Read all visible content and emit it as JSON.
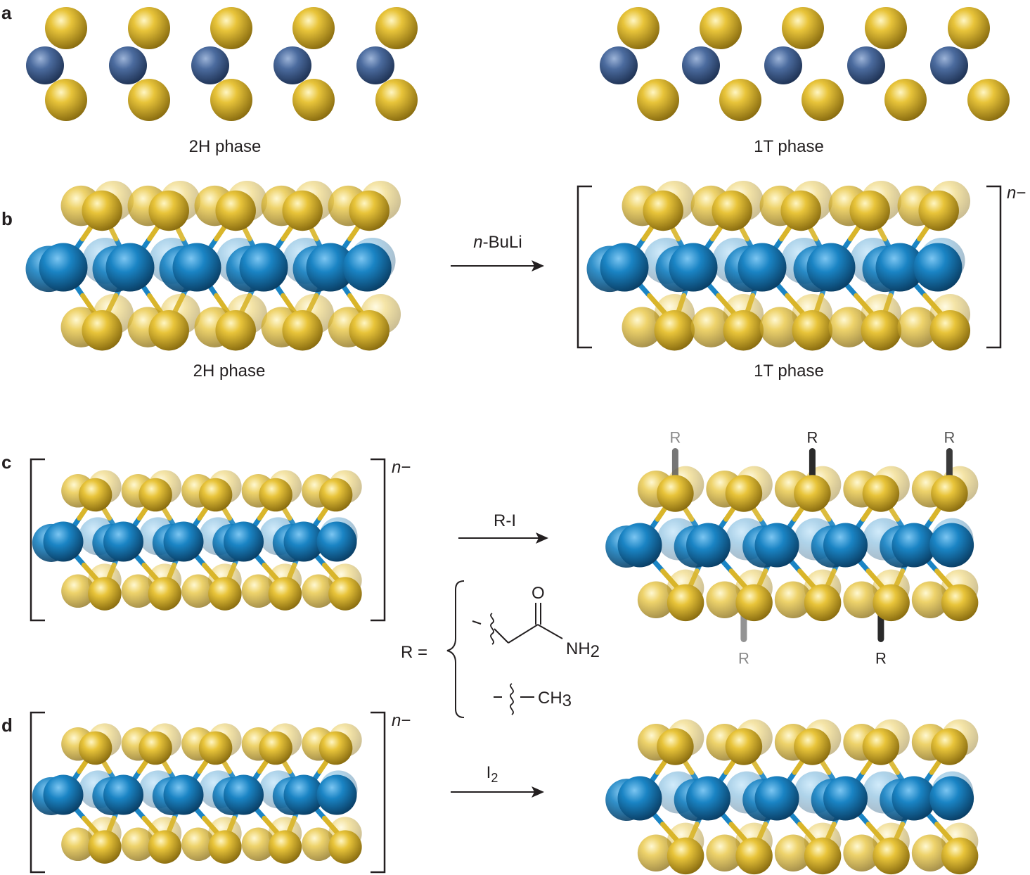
{
  "panels": {
    "a": {
      "letter": "a",
      "left_caption": "2H phase",
      "right_caption": "1T phase"
    },
    "b": {
      "letter": "b",
      "left_caption": "2H phase",
      "right_caption": "1T phase",
      "reagent_italic": "n",
      "reagent_rest": "-BuLi",
      "charge_italic": "n",
      "charge_sign": "−"
    },
    "c": {
      "letter": "c",
      "reagent": "R-I",
      "charge_italic": "n",
      "charge_sign": "−",
      "r_label": "R",
      "r_def": "R =",
      "oxygen": "O",
      "amide_main": "NH",
      "amide_sub": "2",
      "methyl_main": "CH",
      "methyl_sub": "3"
    },
    "d": {
      "letter": "d",
      "reagent_main": "I",
      "reagent_sub": "2",
      "charge_italic": "n",
      "charge_sign": "−"
    }
  },
  "colors": {
    "sulfur": "#d9b52a",
    "molybdenum_flat": "#4a6a9c",
    "molybdenum": "#1a7fbe",
    "bond_gray": "#555555",
    "text": "#231f20"
  }
}
